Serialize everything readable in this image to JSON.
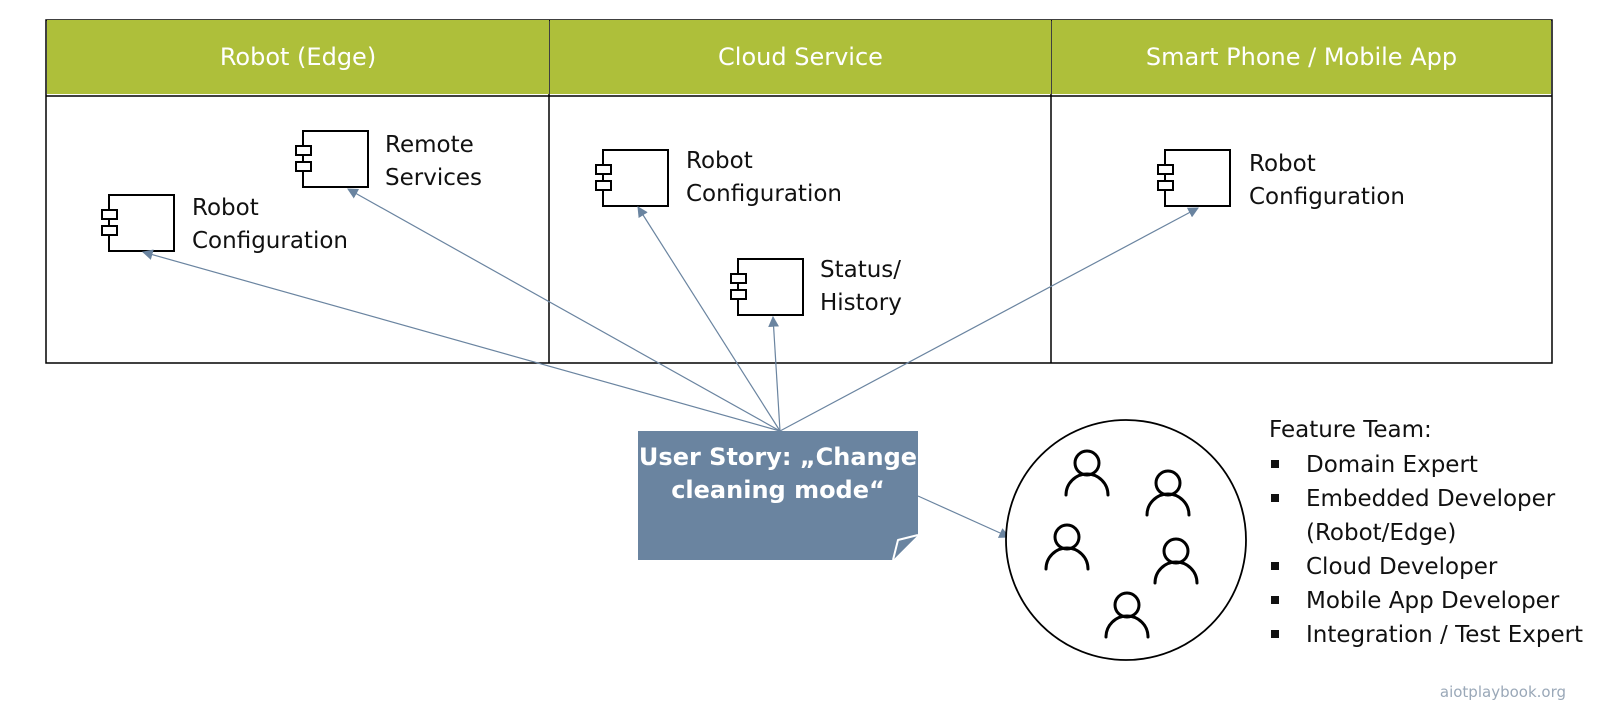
{
  "columns": [
    {
      "title": "Robot (Edge)"
    },
    {
      "title": "Cloud Service"
    },
    {
      "title": "Smart Phone / Mobile App"
    }
  ],
  "components": [
    {
      "label_line1": "Remote",
      "label_line2": "Services"
    },
    {
      "label_line1": "Robot",
      "label_line2": "Configuration"
    },
    {
      "label_line1": "Robot",
      "label_line2": "Configuration"
    },
    {
      "label_line1": "Status/",
      "label_line2": "History"
    },
    {
      "label_line1": "Robot",
      "label_line2": "Configuration"
    }
  ],
  "user_story": {
    "line1": "User Story: „Change",
    "line2": "cleaning mode“",
    "color": "#6a84a0"
  },
  "feature_team": {
    "title": "Feature Team:",
    "members": [
      "Domain Expert",
      "Embedded Developer (Robot/Edge)",
      "Cloud Developer",
      "Mobile App Developer",
      "Integration / Test Expert"
    ]
  },
  "footer": "aiotplaybook.org",
  "colors": {
    "header": "#aebf3a",
    "arrow": "#6a84a0"
  }
}
